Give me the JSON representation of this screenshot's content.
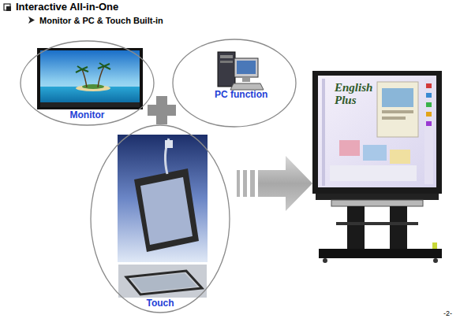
{
  "diagram": {
    "title": "Interactive All-in-One",
    "nodes": [
      {
        "text": [
          "Monitor"
        ]
      },
      {
        "text": [
          "PC function"
        ]
      },
      {
        "text": [
          "Touch"
        ]
      }
    ],
    "labels": [
      "Monitor & PC & Touch Built-in",
      "English Plus",
      "-2-"
    ]
  }
}
